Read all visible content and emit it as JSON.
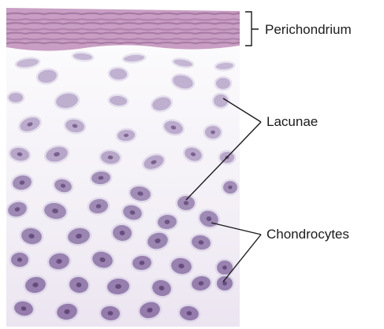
{
  "labels": {
    "perichondrium": "Perichondrium",
    "lacunae": "Lacunae",
    "chondrocytes": "Chondrocytes"
  },
  "colors": {
    "perichondrium_fill": "#c9a0c3",
    "perichondrium_fiber": "#a07aa0",
    "matrix": "#f4f1f6",
    "lacuna": "#d9d2e6",
    "cell": "#a38bb8",
    "cell_dark": "#8a6fa3",
    "nucleus": "#5c3f73",
    "leader": "#1a1a1a"
  }
}
